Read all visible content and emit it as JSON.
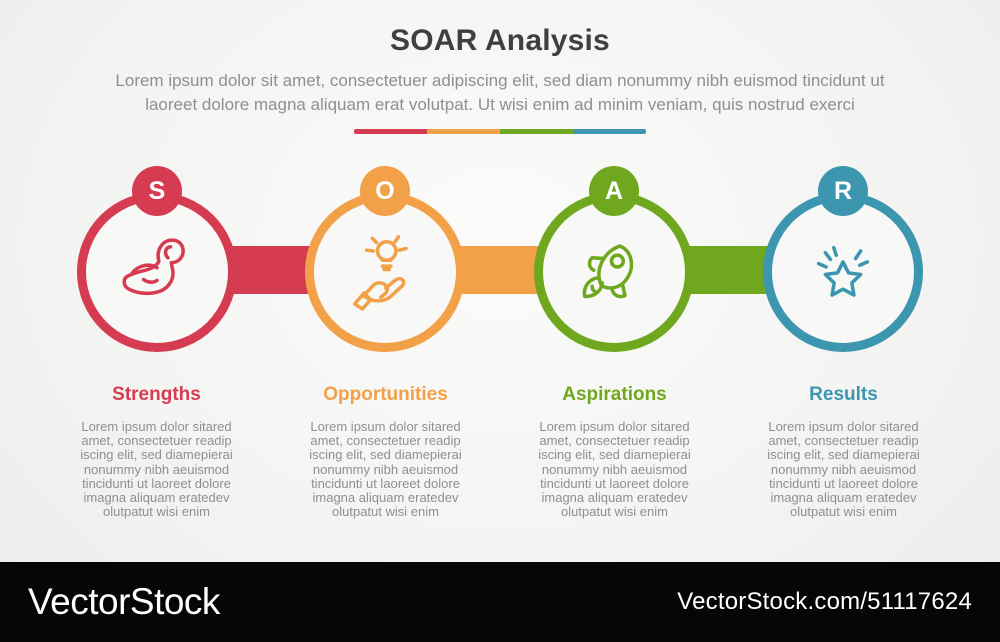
{
  "header": {
    "title": "SOAR Analysis",
    "subtitle": "Lorem ipsum dolor sit amet, consectetuer adipiscing elit, sed diam nonummy nibh euismod tincidunt ut laoreet dolore magna aliquam erat volutpat. Ut wisi enim ad minim veniam, quis nostrud exerci"
  },
  "sections": [
    {
      "letter": "S",
      "title": "Strengths",
      "color": "#d63c51",
      "icon": "bicep-muscle-icon",
      "body": "Lorem ipsum dolor sitared amet, consectetuer readip iscing elit, sed diamepierai nonummy nibh aeuismod tincidunti ut laoreet dolore imagna aliquam eratedev olutpatut wisi enim"
    },
    {
      "letter": "O",
      "title": "Opportunities",
      "color": "#f2a148",
      "icon": "hand-lightbulb-icon",
      "body": "Lorem ipsum dolor sitared amet, consectetuer readip iscing elit, sed diamepierai nonummy nibh aeuismod tincidunti ut laoreet dolore imagna aliquam eratedev olutpatut wisi enim"
    },
    {
      "letter": "A",
      "title": "Aspirations",
      "color": "#6fa81f",
      "icon": "rocket-icon",
      "body": "Lorem ipsum dolor sitared amet, consectetuer readip iscing elit, sed diamepierai nonummy nibh aeuismod tincidunti ut laoreet dolore imagna aliquam eratedev olutpatut wisi enim"
    },
    {
      "letter": "R",
      "title": "Results",
      "color": "#3c96b0",
      "icon": "star-burst-icon",
      "body": "Lorem ipsum dolor sitared amet, consectetuer readip iscing elit, sed diamepierai nonummy nibh aeuismod tincidunti ut laoreet dolore imagna aliquam eratedev olutpatut wisi enim"
    }
  ],
  "footer": {
    "brand": "VectorStock",
    "watermark": "VectorStock.com/51117624"
  }
}
